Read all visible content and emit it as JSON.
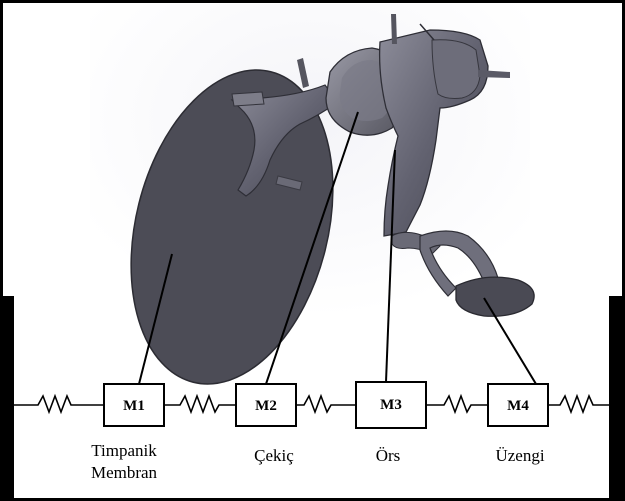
{
  "masses": [
    {
      "id": "m1",
      "label": "M1"
    },
    {
      "id": "m2",
      "label": "M2"
    },
    {
      "id": "m3",
      "label": "M3"
    },
    {
      "id": "m4",
      "label": "M4"
    }
  ],
  "captions": {
    "timpanik_line1": "Timpanik",
    "timpanik_line2": "Membran",
    "cekic": "Çekiç",
    "ors": "Örs",
    "uzengi": "Üzengi"
  },
  "colors": {
    "frame": "#000000",
    "model_body": "#5f5f6c",
    "model_highlight": "#8a8a97",
    "model_shadow": "#3e3e48",
    "membrane": "#4d4d57",
    "background_glow": "#e8e8ee"
  }
}
